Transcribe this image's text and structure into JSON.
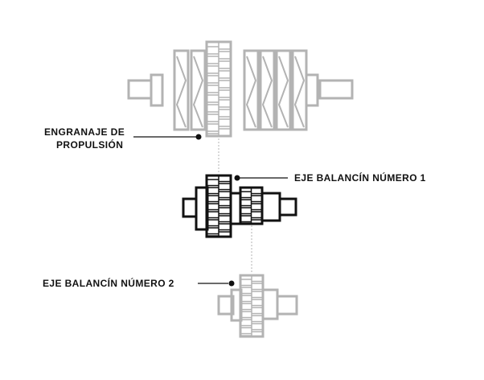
{
  "labels": {
    "drive_gear_line1": "ENGRANAJE DE",
    "drive_gear_line2": "PROPULSIÓN",
    "balance_shaft_1": "EJE BALANCÍN NÚMERO 1",
    "balance_shaft_2": "EJE BALANCÍN NÚMERO 2"
  },
  "colors": {
    "muted": "#b3b3b3",
    "dark": "#111111",
    "background": "#ffffff"
  }
}
